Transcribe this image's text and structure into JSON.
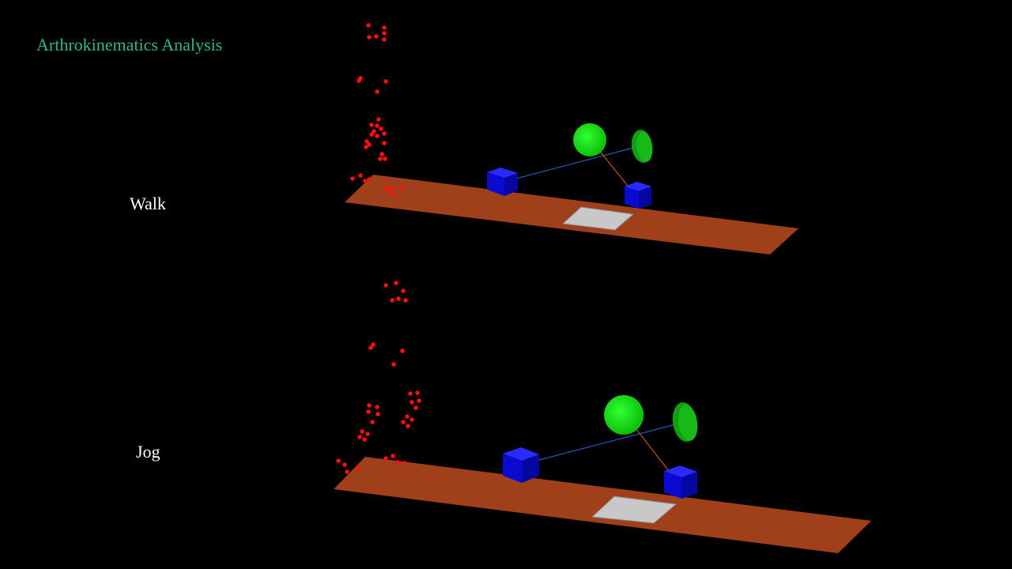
{
  "app": {
    "title": "Arthrokinematics Analysis"
  },
  "rows": [
    {
      "label": "Walk"
    },
    {
      "label": "Jog"
    }
  ],
  "colors": {
    "title": "#2fb88a",
    "label": "#ffffff",
    "marker": "#ff1010",
    "platform": "#a0401a",
    "force_plate": "#c0c0c0",
    "cube": "#0a0ad8",
    "sphere": "#10dd10",
    "disc": "#0fa00f",
    "link_blue": "#2b55b0",
    "link_orange": "#c0501a"
  }
}
